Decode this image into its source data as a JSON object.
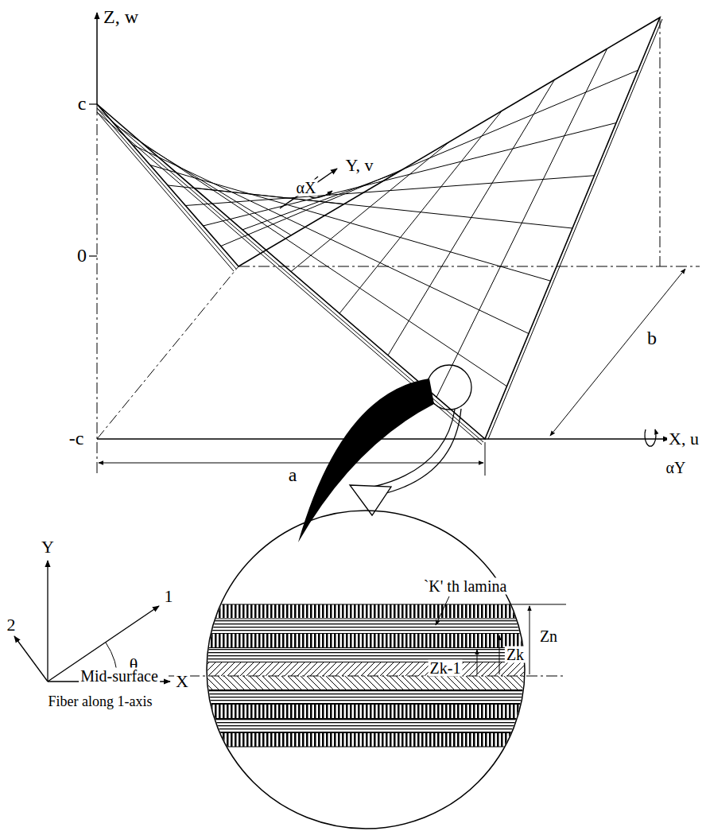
{
  "diagram": {
    "labels": [
      "Z, w",
      "c",
      "0",
      "-c",
      "Y, v",
      "αX",
      "b",
      "a",
      "X, u",
      "αY",
      "Y",
      "2",
      "1",
      "θ",
      "X",
      "Fiber along 1-axis",
      "`K' th lamina",
      "Mid-surface",
      "Zk-1",
      "Zk",
      "Zn"
    ]
  }
}
